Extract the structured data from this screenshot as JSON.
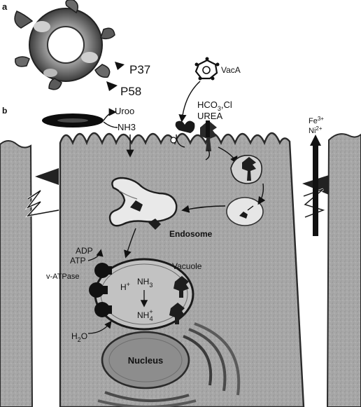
{
  "panel_a": {
    "letter": "a",
    "labels": {
      "p37": "P37",
      "p58": "P58"
    }
  },
  "panel_b": {
    "letter": "b",
    "bacterium": {
      "urea_label": "Uroo",
      "nh3_label": "NH3"
    },
    "toxin": {
      "label": "VacA"
    },
    "ions": {
      "bicarb": "HCO",
      "bicarb_sub": "3",
      "chloride": ",Cl",
      "urea": "UREA"
    },
    "metals": {
      "fe": "Fe",
      "fe_sup": "3+",
      "ni": "Ni",
      "ni_sup": "2+"
    },
    "endosome": "Endosome",
    "vacuole": {
      "label": "Vacuole",
      "adp": "ADP",
      "atp": "ATP",
      "v_atpase": "v-ATPase",
      "h_plus": "H",
      "h_sup": "+",
      "nh3": "NH",
      "nh3_sub": "3",
      "nh4": "NH",
      "nh4_sup": "+",
      "nh4_sub": "4",
      "h2o": "H",
      "h2o_sub": "2",
      "h2o_tail": "O"
    },
    "nucleus": "Nucleus"
  },
  "colors": {
    "cell_fill": "#a7a7a7",
    "membrane": "#2a2a2a",
    "dark": "#151515",
    "vacuole_fill": "#bfbfbf",
    "nucleus_fill": "#8d8d8d"
  }
}
